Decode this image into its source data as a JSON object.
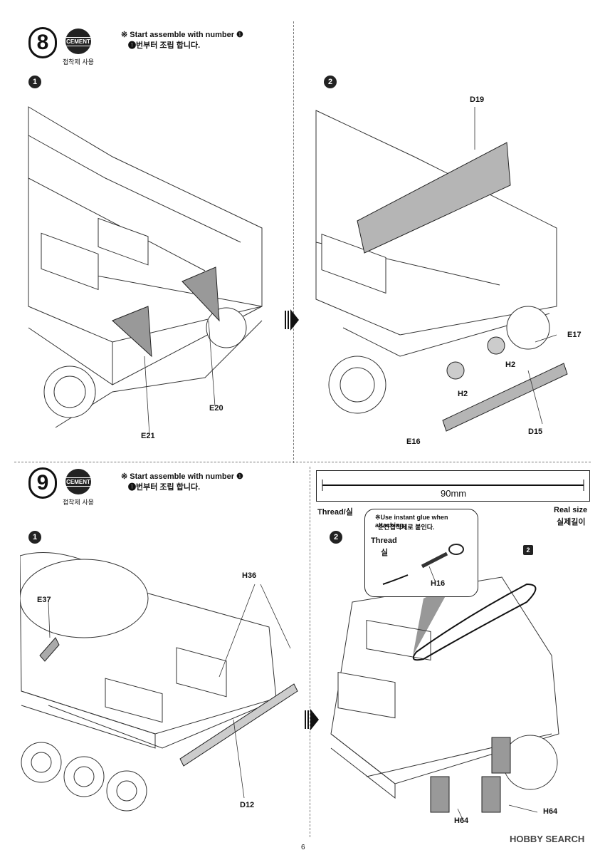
{
  "step8": {
    "number": "8",
    "cement_badge": "CEMENT",
    "cement_label": "접착제 사용",
    "note_en": "※ Start assemble with number ❶",
    "note_kr": "❶번부터 조립 합니다.",
    "sub1": "1",
    "sub2": "2",
    "parts": {
      "e21": "E21",
      "e20": "E20",
      "d19": "D19",
      "e17": "E17",
      "h2a": "H2",
      "h2b": "H2",
      "d15": "D15",
      "e16": "E16"
    }
  },
  "step9": {
    "number": "9",
    "cement_badge": "CEMENT",
    "cement_label": "접착제 사용",
    "note_en": "※ Start assemble with number ❶",
    "note_kr": "❶번부터 조립 합니다.",
    "sub1": "1",
    "sub2": "2",
    "ruler_label": "90mm",
    "thread_label": "Thread/실",
    "real_size_en": "Real size",
    "real_size_kr": "실제길이",
    "glue_note_en": "※Use instant glue when attaching.",
    "glue_note_kr": "순간접착제로 붙인다.",
    "thread_en": "Thread",
    "thread_kr": "실",
    "badge_count": "2",
    "parts": {
      "e37": "E37",
      "h36": "H36",
      "d12": "D12",
      "h16": "H16",
      "h64a": "H64",
      "h64b": "H64"
    }
  },
  "footer": {
    "page_number": "6",
    "watermark": "HOBBY SEARCH"
  }
}
